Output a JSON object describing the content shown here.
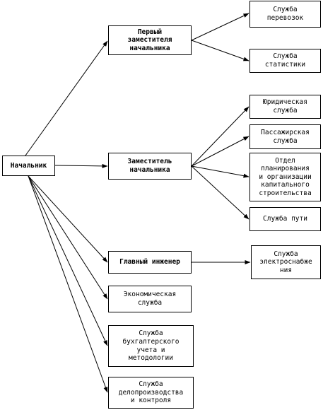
{
  "diagram": {
    "nodes": {
      "chief": "Начальник",
      "first_deputy": "Первый\nзаместителя\nначальника",
      "deputy": "Заместитель\nначальника",
      "chief_engineer": "Главный инженер",
      "economic": "Экономическая\nслужба",
      "accounting": "Служба\nбухгалтерского\nучета и\nметодологии",
      "records": "Служба\nделопроизводства\nи контроля",
      "transport": "Служба\nперевозок",
      "statistics": "Служба\nстатистики",
      "legal": "Юридическая\nслужба",
      "passenger": "Пассажирская\nслужба",
      "planning": "Отдел\nпланирования\nи организации\nкапитального\nстроительства",
      "track": "Служба пути",
      "power": "Служба\nэлектроснабже\nния"
    },
    "edges": [
      [
        "chief",
        "first_deputy"
      ],
      [
        "chief",
        "deputy"
      ],
      [
        "chief",
        "chief_engineer"
      ],
      [
        "chief",
        "economic"
      ],
      [
        "chief",
        "accounting"
      ],
      [
        "chief",
        "records"
      ],
      [
        "first_deputy",
        "transport"
      ],
      [
        "first_deputy",
        "statistics"
      ],
      [
        "deputy",
        "legal"
      ],
      [
        "deputy",
        "passenger"
      ],
      [
        "deputy",
        "planning"
      ],
      [
        "deputy",
        "track"
      ],
      [
        "chief_engineer",
        "power"
      ]
    ]
  }
}
